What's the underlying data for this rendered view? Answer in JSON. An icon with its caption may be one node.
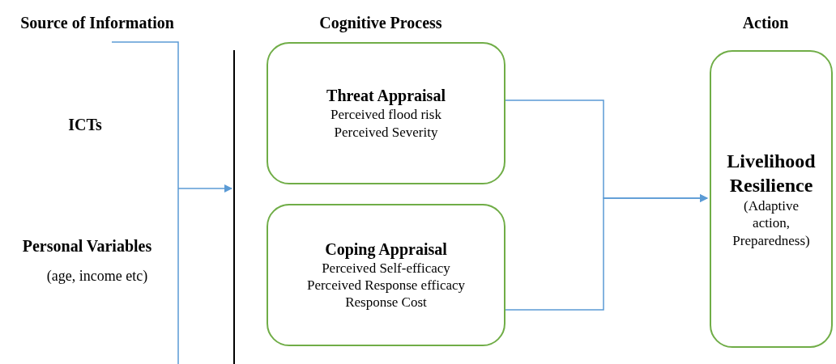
{
  "diagram": {
    "nodes": [
      {
        "text": [
          "Threat Appraisal",
          "Perceived flood risk",
          "Perceived Severity"
        ]
      },
      {
        "text": [
          "Coping Appraisal",
          "Perceived Self-efficacy",
          "Perceived Response efficacy",
          "Response Cost"
        ]
      },
      {
        "text": [
          "Livelihood Resilience",
          "(Adaptive action, Preparedness)"
        ]
      },
      {
        "text": [],
        "shape": "bar"
      }
    ],
    "edges": [
      {
        "from": null,
        "to": 3,
        "arrow": "to"
      },
      {
        "from": 0,
        "to": 2,
        "arrow": "to"
      },
      {
        "from": 1,
        "to": 2,
        "arrow": "to"
      }
    ],
    "labels": [
      "Source of Information",
      "Cognitive Process",
      "Action",
      "ICTs",
      "Personal Variables",
      "(age, income etc)"
    ]
  }
}
